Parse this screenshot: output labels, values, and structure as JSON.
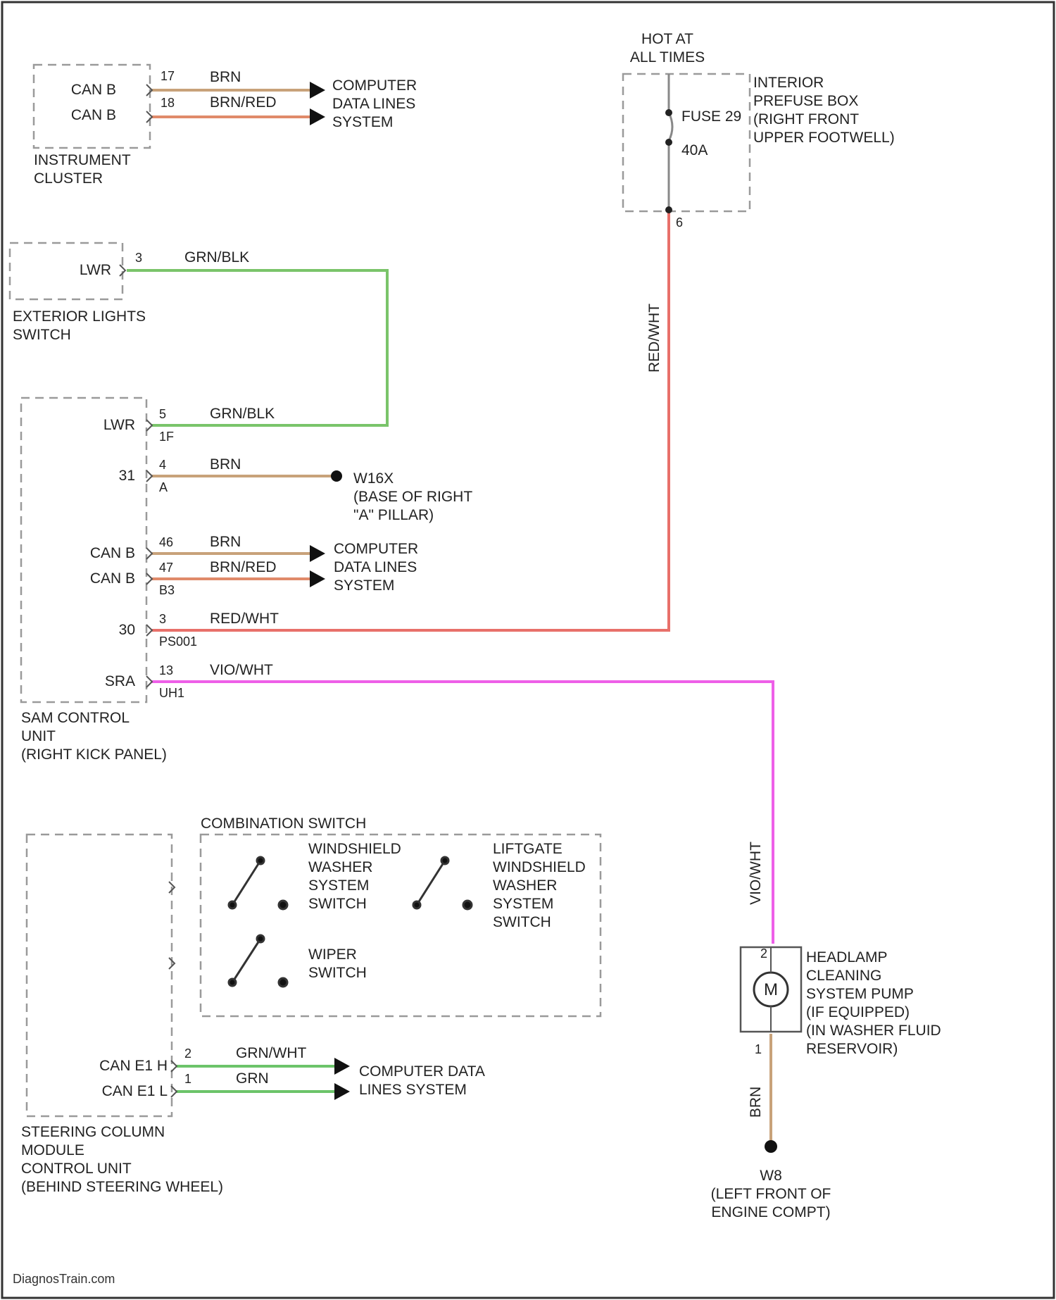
{
  "colors": {
    "brn": "#c8a27a",
    "brn_red": "#e08a6a",
    "grn_blk": "#7ac46a",
    "red_wht": "#e8706a",
    "vio_wht": "#ee5fe8",
    "grn": "#6cc46a",
    "box_stroke": "#9a9a9a"
  },
  "hot": {
    "line1": "HOT AT",
    "line2": "ALL TIMES"
  },
  "prefuse": {
    "title_lines": [
      "INTERIOR",
      "PREFUSE BOX",
      "(RIGHT FRONT",
      "UPPER FOOTWELL)"
    ],
    "fuse_label": "FUSE 29",
    "amp_label": "40A",
    "pin": "6",
    "wire_label": "RED/WHT"
  },
  "instrument_cluster": {
    "title_lines": [
      "INSTRUMENT",
      "CLUSTER"
    ],
    "pins": [
      {
        "name": "CAN B",
        "num": "17",
        "wire": "BRN"
      },
      {
        "name": "CAN B",
        "num": "18",
        "wire": "BRN/RED"
      }
    ],
    "dest_lines": [
      "COMPUTER",
      "DATA LINES",
      "SYSTEM"
    ]
  },
  "ext_light_switch": {
    "title_lines": [
      "EXTERIOR LIGHTS",
      "SWITCH"
    ],
    "pin_name": "LWR",
    "pin_num": "3",
    "wire": "GRN/BLK"
  },
  "sam": {
    "title_lines": [
      "SAM CONTROL",
      "UNIT",
      "(RIGHT KICK PANEL)"
    ],
    "pins": [
      {
        "name": "LWR",
        "num": "5",
        "sub": "1F",
        "wire": "GRN/BLK"
      },
      {
        "name": "31",
        "num": "4",
        "sub": "A",
        "wire": "BRN"
      },
      {
        "name": "CAN B",
        "num": "46",
        "sub": "",
        "wire": "BRN"
      },
      {
        "name": "CAN B",
        "num": "47",
        "sub": "B3",
        "wire": "BRN/RED"
      },
      {
        "name": "30",
        "num": "3",
        "sub": "PS001",
        "wire": "RED/WHT"
      },
      {
        "name": "SRA",
        "num": "13",
        "sub": "UH1",
        "wire": "VIO/WHT"
      }
    ],
    "ground_lines": [
      "W16X",
      "(BASE OF RIGHT",
      "\"A\" PILLAR)"
    ],
    "dest_lines": [
      "COMPUTER",
      "DATA LINES",
      "SYSTEM"
    ]
  },
  "combination_switch": {
    "title": "COMBINATION SWITCH",
    "washer_lines": [
      "WINDSHIELD",
      "WASHER",
      "SYSTEM",
      "SWITCH"
    ],
    "liftgate_lines": [
      "LIFTGATE",
      "WINDSHIELD",
      "WASHER",
      "SYSTEM",
      "SWITCH"
    ],
    "wiper_lines": [
      "WIPER",
      "SWITCH"
    ]
  },
  "steering": {
    "title_lines": [
      "STEERING COLUMN",
      "MODULE",
      "CONTROL UNIT",
      "(BEHIND STEERING WHEEL)"
    ],
    "pins": [
      {
        "name": "CAN E1 H",
        "num": "2",
        "wire": "GRN/WHT"
      },
      {
        "name": "CAN E1 L",
        "num": "1",
        "wire": "GRN"
      }
    ],
    "dest_lines": [
      "COMPUTER DATA",
      "LINES SYSTEM"
    ]
  },
  "pump": {
    "title_lines": [
      "HEADLAMP",
      "CLEANING",
      "SYSTEM PUMP",
      "(IF EQUIPPED)",
      "(IN WASHER FLUID",
      "RESERVOIR)"
    ],
    "motor": "M",
    "pin_top": "2",
    "pin_bottom": "1",
    "wire_top": "VIO/WHT",
    "wire_bottom": "BRN",
    "ground_lines": [
      "W8",
      "(LEFT FRONT OF",
      "ENGINE COMPT)"
    ]
  },
  "footer": "DiagnosTrain.com"
}
